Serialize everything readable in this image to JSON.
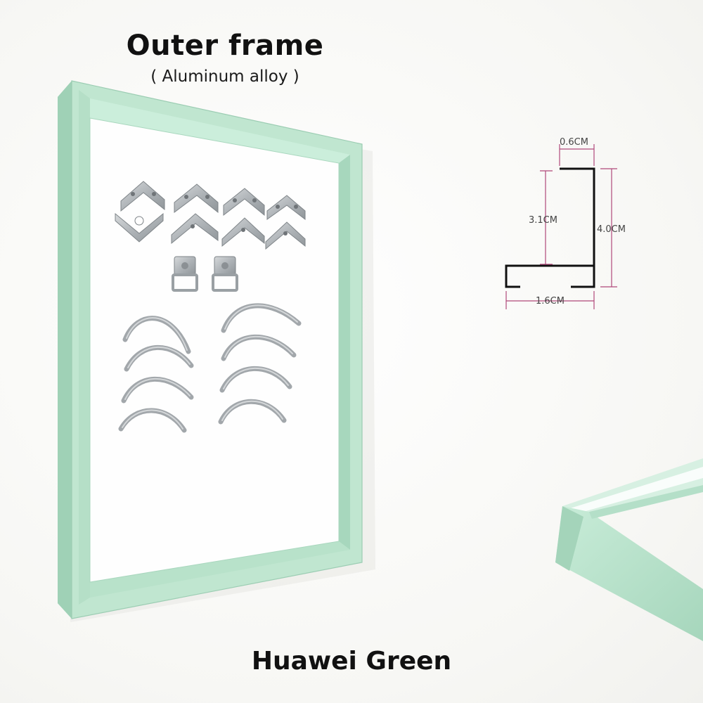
{
  "header": {
    "title": "Outer frame",
    "subtitle": "( Aluminum alloy )"
  },
  "profile_diagram": {
    "top_width": "0.6CM",
    "inner_height": "3.1CM",
    "total_height": "4.0CM",
    "bottom_width": "1.6CM"
  },
  "footer": {
    "color_name": "Huawei Green"
  },
  "colors": {
    "frame": "#bfe5cf",
    "dimension_line": "#b0487a",
    "hardware": "#b8bcbf"
  }
}
